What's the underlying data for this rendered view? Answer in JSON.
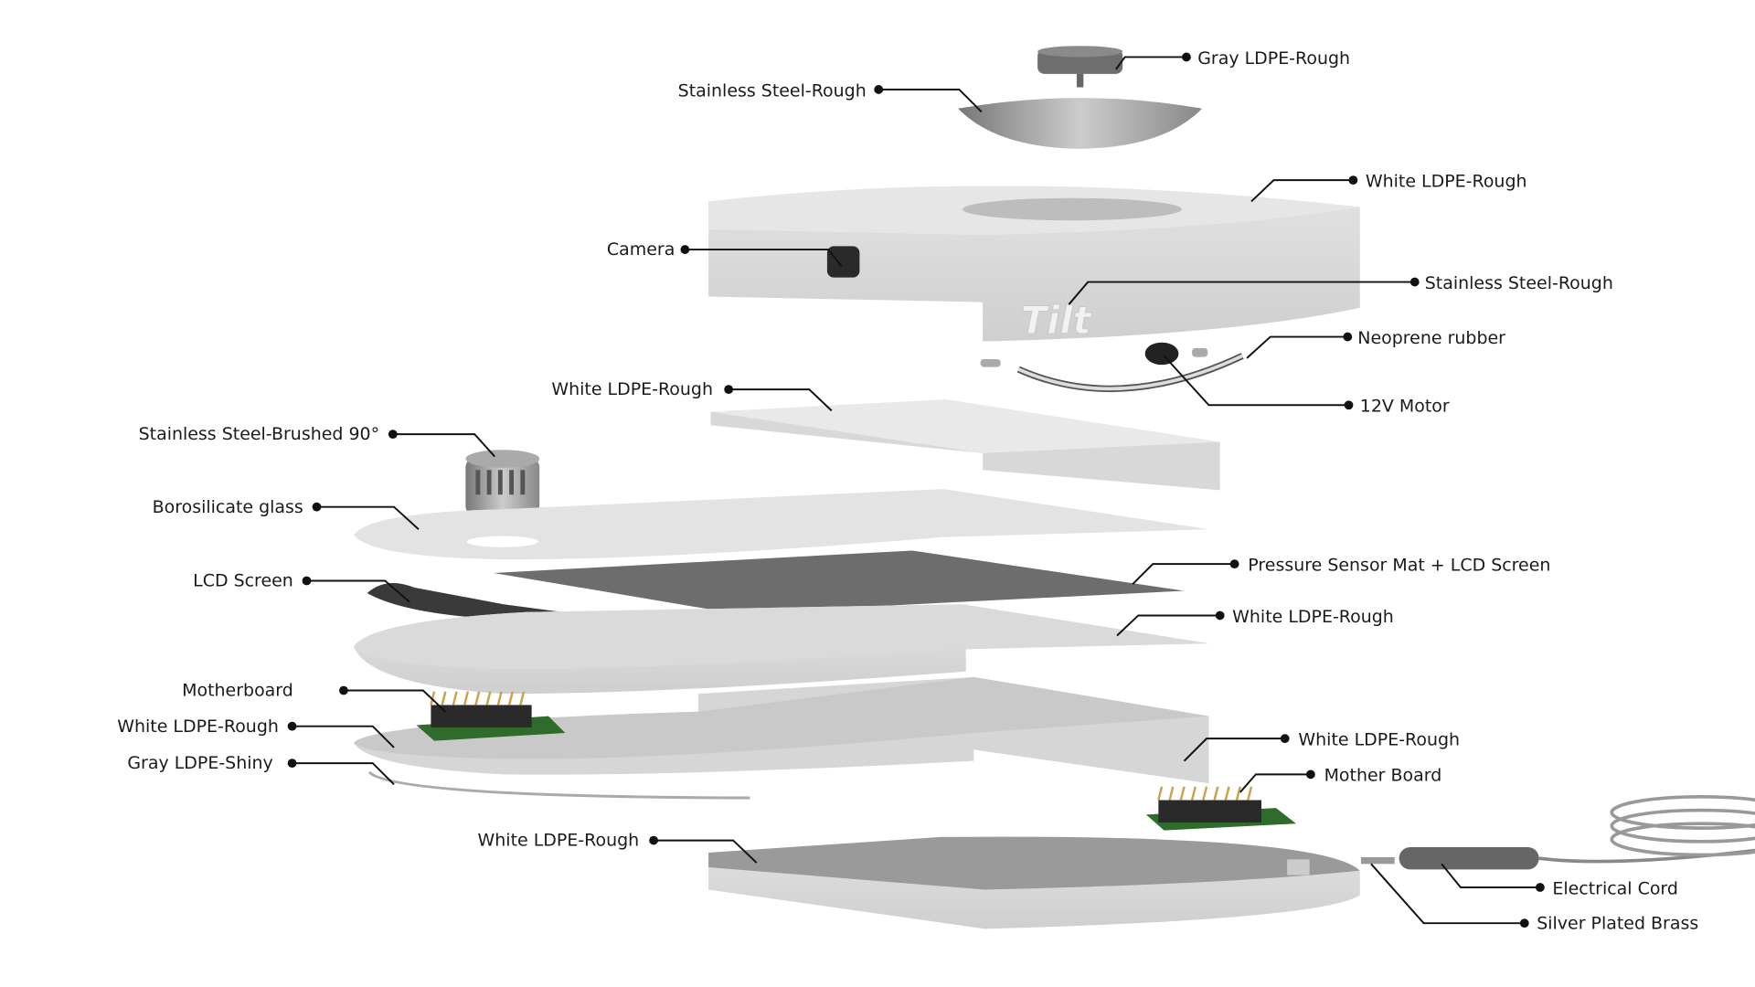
{
  "labels": [
    "Gray LDPE-Rough",
    "Stainless Steel-Rough",
    "White LDPE-Rough",
    "Camera",
    "Stainless Steel-Rough",
    "Neoprene rubber",
    "12V Motor",
    "White LDPE-Rough",
    "Stainless Steel-Brushed 90°",
    "Borosilicate glass",
    "LCD Screen",
    "Pressure Sensor Mat + LCD Screen",
    "White LDPE-Rough",
    "Motherboard",
    "White LDPE-Rough",
    "Gray LDPE-Shiny",
    "White LDPE-Rough",
    "Mother Board",
    "White LDPE-Rough",
    "Electrical Cord",
    "Silver Plated Brass"
  ],
  "logo_text": "Tilt"
}
